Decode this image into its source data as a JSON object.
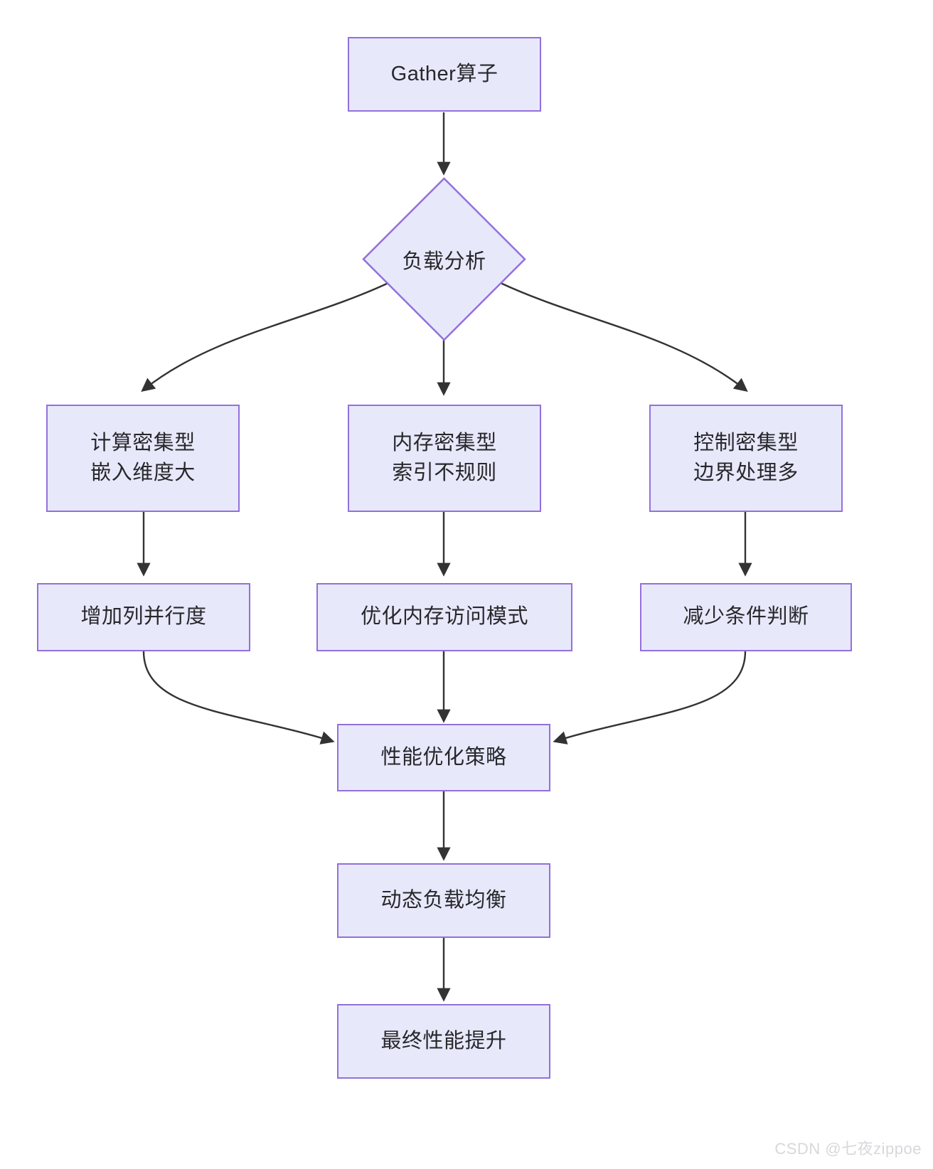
{
  "diagram": {
    "type": "flowchart",
    "direction": "top-down",
    "theme": {
      "node_fill": "#e8e8fb",
      "node_border": "#9370db",
      "node_text": "#26282b",
      "edge_stroke": "#333333",
      "background": "#ffffff"
    },
    "nodes": [
      {
        "id": "start",
        "shape": "rect",
        "label": "Gather算子",
        "line1": "Gather算子",
        "line2": ""
      },
      {
        "id": "decide",
        "shape": "diamond",
        "label": "负载分析",
        "line1": "负载分析",
        "line2": ""
      },
      {
        "id": "compute",
        "shape": "rect",
        "label": "计算密集型 嵌入维度大",
        "line1": "计算密集型",
        "line2": "嵌入维度大"
      },
      {
        "id": "memory",
        "shape": "rect",
        "label": "内存密集型 索引不规则",
        "line1": "内存密集型",
        "line2": "索引不规则"
      },
      {
        "id": "control",
        "shape": "rect",
        "label": "控制密集型 边界处理多",
        "line1": "控制密集型",
        "line2": "边界处理多"
      },
      {
        "id": "opt1",
        "shape": "rect",
        "label": "增加列并行度",
        "line1": "增加列并行度",
        "line2": ""
      },
      {
        "id": "opt2",
        "shape": "rect",
        "label": "优化内存访问模式",
        "line1": "优化内存访问模式",
        "line2": ""
      },
      {
        "id": "opt3",
        "shape": "rect",
        "label": "减少条件判断",
        "line1": "减少条件判断",
        "line2": ""
      },
      {
        "id": "strategy",
        "shape": "rect",
        "label": "性能优化策略",
        "line1": "性能优化策略",
        "line2": ""
      },
      {
        "id": "balance",
        "shape": "rect",
        "label": "动态负载均衡",
        "line1": "动态负载均衡",
        "line2": ""
      },
      {
        "id": "final",
        "shape": "rect",
        "label": "最终性能提升",
        "line1": "最终性能提升",
        "line2": ""
      }
    ],
    "edges": [
      {
        "from": "start",
        "to": "decide",
        "label": ""
      },
      {
        "from": "decide",
        "to": "compute",
        "label": ""
      },
      {
        "from": "decide",
        "to": "memory",
        "label": ""
      },
      {
        "from": "decide",
        "to": "control",
        "label": ""
      },
      {
        "from": "compute",
        "to": "opt1",
        "label": ""
      },
      {
        "from": "memory",
        "to": "opt2",
        "label": ""
      },
      {
        "from": "control",
        "to": "opt3",
        "label": ""
      },
      {
        "from": "opt1",
        "to": "strategy",
        "label": ""
      },
      {
        "from": "opt2",
        "to": "strategy",
        "label": ""
      },
      {
        "from": "opt3",
        "to": "strategy",
        "label": ""
      },
      {
        "from": "strategy",
        "to": "balance",
        "label": ""
      },
      {
        "from": "balance",
        "to": "final",
        "label": ""
      }
    ]
  },
  "watermark": {
    "text": "CSDN @七夜zippoe"
  }
}
